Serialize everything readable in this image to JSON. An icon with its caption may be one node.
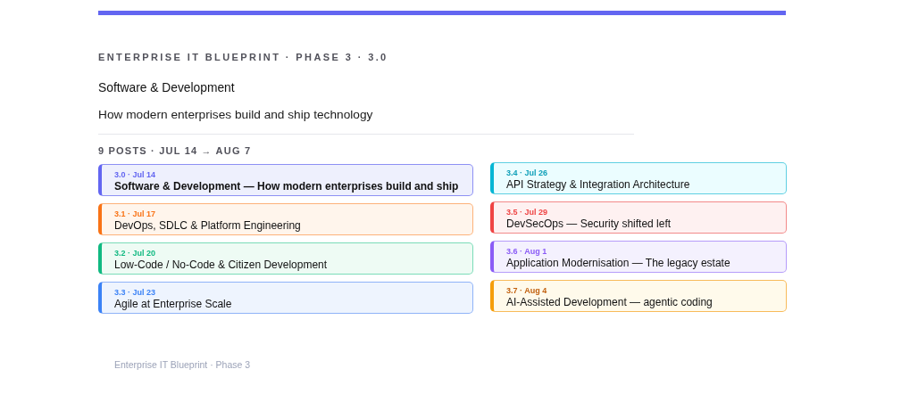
{
  "diagram": {
    "title": "Software & Development",
    "nodes": [
      {
        "text": [
          "3.0 · Jul 14",
          "Software & Development — How modern enterprises build and ship"
        ]
      },
      {
        "text": [
          "3.1 · Jul 17",
          "DevOps, SDLC & Platform Engineering"
        ]
      },
      {
        "text": [
          "3.2 · Jul 20",
          "Low-Code / No-Code & Citizen Development"
        ]
      },
      {
        "text": [
          "3.3 · Jul 23",
          "Agile at Enterprise Scale"
        ]
      },
      {
        "text": [
          "3.4 · Jul 26",
          "API Strategy & Integration Architecture"
        ]
      },
      {
        "text": [
          "3.5 · Jul 29",
          "DevSecOps — Security shifted left"
        ]
      },
      {
        "text": [
          "3.6 · Aug 1",
          "Application Modernisation — The legacy estate"
        ]
      },
      {
        "text": [
          "3.7 · Aug 4",
          "AI-Assisted Development — agentic coding"
        ]
      }
    ],
    "labels": [
      "ENTERPRISE IT BLUEPRINT · PHASE 3 · 3.0",
      "How modern enterprises build and ship technology",
      "9 POSTS · JUL 14 → AUG 7",
      "Enterprise IT Blueprint · Phase 3"
    ]
  }
}
